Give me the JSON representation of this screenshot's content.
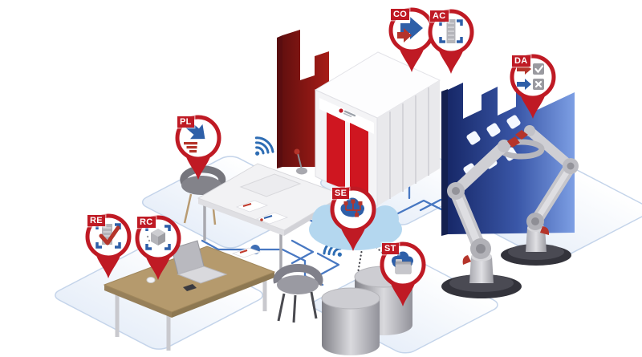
{
  "pins": {
    "pl": {
      "label": "PL",
      "icon": "planning-arrow-icon"
    },
    "re": {
      "label": "RE",
      "icon": "document-check-scan-icon"
    },
    "rc": {
      "label": "RC",
      "icon": "package-scan-icon"
    },
    "co": {
      "label": "CO",
      "icon": "transfer-arrows-icon"
    },
    "ac": {
      "label": "AC",
      "icon": "document-scan-icon"
    },
    "da": {
      "label": "DA",
      "icon": "decision-check-cross-icon"
    },
    "se": {
      "label": "SE",
      "icon": "cloud-network-icon"
    },
    "st": {
      "label": "ST",
      "icon": "cloud-storage-folder-icon"
    }
  },
  "colors": {
    "pin_red": "#bf1a24",
    "accent_red": "#b5342a",
    "primary_blue": "#2e5fa8",
    "trace_blue": "#4878c2",
    "cloud_blue": "#b4d7ef",
    "factory_red": "#b01e18",
    "factory_blue": "#3a57a8"
  }
}
